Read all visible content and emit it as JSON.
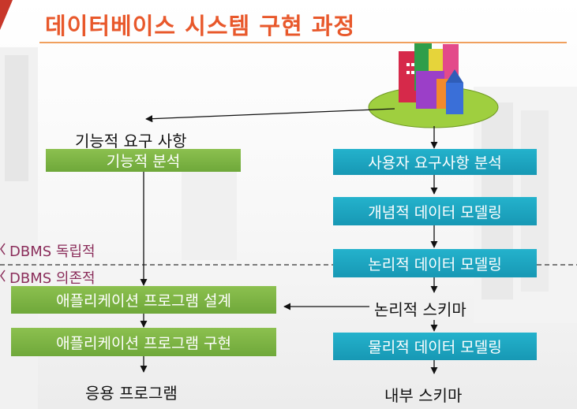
{
  "title": "데이터베이스 시스템 구현 과정",
  "left": {
    "requirement_label": "기능적 요구 사항",
    "analysis_box": "기능적 분석",
    "design_box": "애플리케이션 프로그램 설계",
    "impl_box": "애플리케이션 프로그램 구현",
    "output_label": "응용 프로그램"
  },
  "right": {
    "analysis_box": "사용자 요구사항 분석",
    "conceptual_box": "개념적 데이터 모델링",
    "logical_box": "논리적 데이터 모델링",
    "logical_schema": "논리적 스키마",
    "physical_box": "물리적 데이터 모델링",
    "internal_schema": "내부 스키마"
  },
  "divider": {
    "independent_label": "DBMS 독립적",
    "dependent_label": "DBMS 의존적"
  },
  "colors": {
    "title": "#e8582b",
    "green_box": "#7cb342",
    "teal_box": "#1fa7c3"
  }
}
